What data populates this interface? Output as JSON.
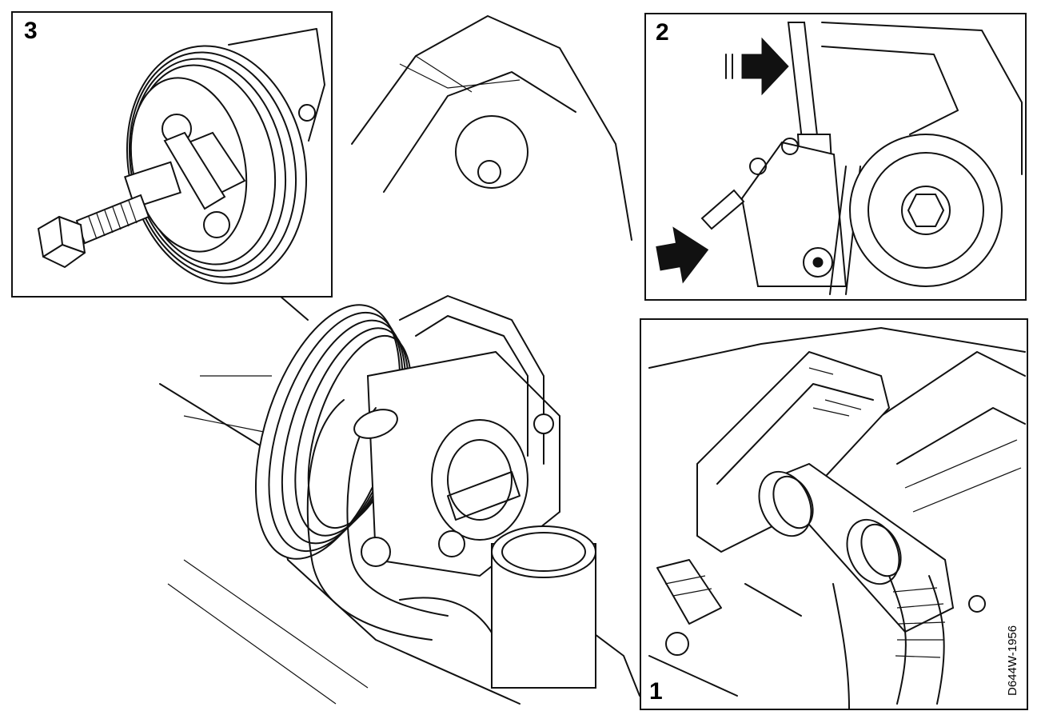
{
  "figure": {
    "panels": [
      {
        "number": "3",
        "subject": "pulley-puller"
      },
      {
        "number": "2",
        "subject": "belt-tensioner-pin"
      },
      {
        "number": "1",
        "subject": "air-intake-hose"
      }
    ],
    "reference_code": "D644W-1956"
  },
  "colors": {
    "ink": "#111111",
    "paper": "#ffffff"
  }
}
